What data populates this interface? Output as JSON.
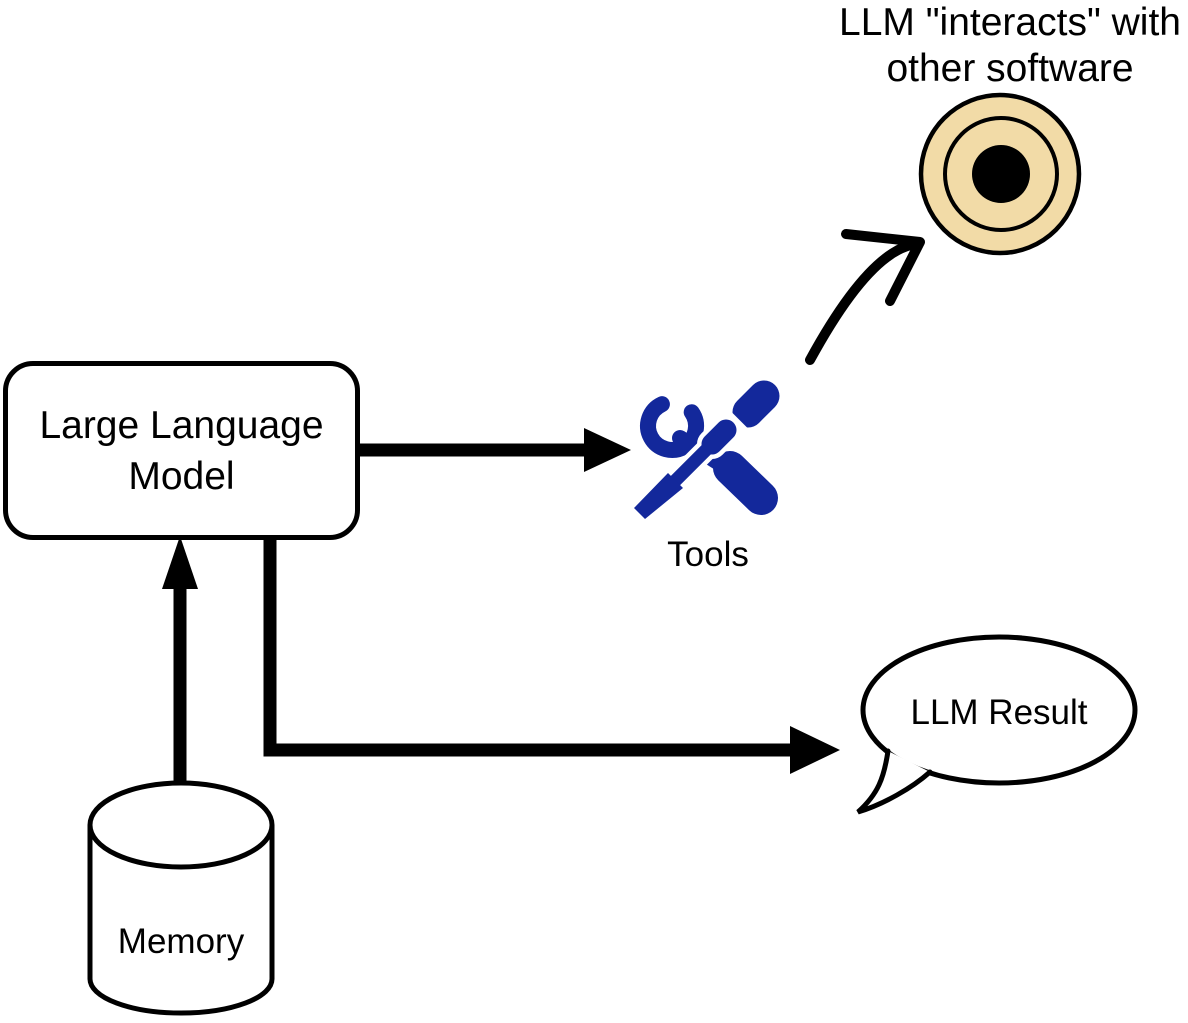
{
  "diagram": {
    "title_line1": "LLM \"interacts\" with",
    "title_line2": "other software",
    "llm_box_line1": "Large Language",
    "llm_box_line2": "Model",
    "tools_label": "Tools",
    "memory_label": "Memory",
    "result_label": "LLM Result",
    "icons": {
      "tools": "wrench-and-screwdriver-icon",
      "target": "concentric-circles-target-icon",
      "memory": "database-cylinder-shape",
      "result": "speech-bubble-shape"
    },
    "colors": {
      "tools_blue": "#13289B",
      "target_tan": "#F2DBA7",
      "line_black": "#000000",
      "node_fill": "#FFFFFF"
    }
  }
}
